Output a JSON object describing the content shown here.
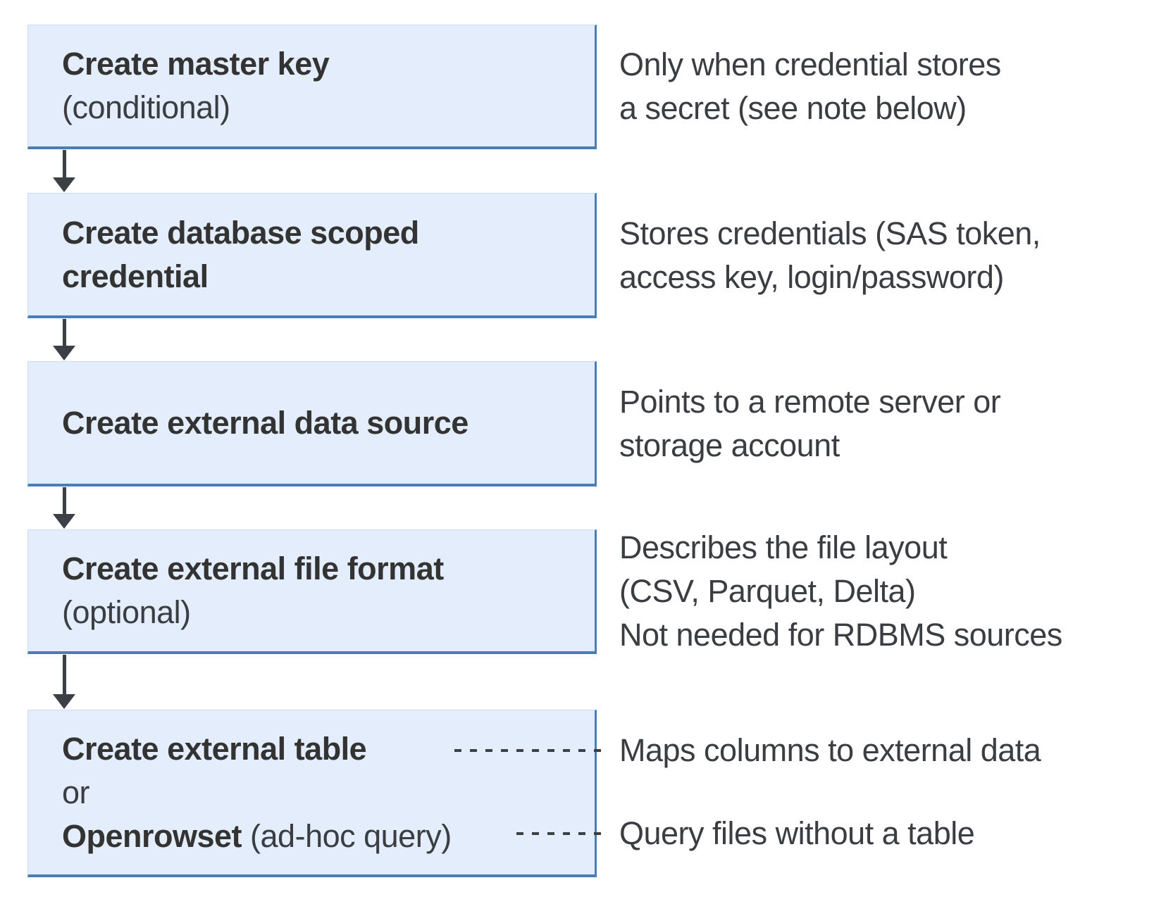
{
  "colors": {
    "box_fill": "#e3edfb",
    "box_border": "#4a7db5",
    "arrow_color": "#3b4047",
    "title_text": "#333333",
    "body_text": "#3a3d42"
  },
  "steps": [
    {
      "line1_bold": "Create master key",
      "line2": "(conditional)",
      "ann1": "Only when credential stores",
      "ann2": "a secret (see note below)"
    },
    {
      "line1_bold": "Create database scoped",
      "line2_bold": "credential",
      "ann1": "Stores credentials (SAS token,",
      "ann2": "access key, login/password)"
    },
    {
      "line1_bold": "Create external data source",
      "ann1": "Points to a remote server or",
      "ann2": "storage account"
    },
    {
      "line1_bold": "Create external file format",
      "line2": "(optional)",
      "ann1": "Describes the file layout",
      "ann2": "(CSV, Parquet, Delta)",
      "ann3": "Not needed for RDBMS sources"
    },
    {
      "line1_bold": "Create external table",
      "line2": "or",
      "line3_bold": "Openrowset",
      "line3_rest": " (ad-hoc query)",
      "ann1": "Maps columns to external data",
      "ann2": "Query files without a table"
    }
  ]
}
